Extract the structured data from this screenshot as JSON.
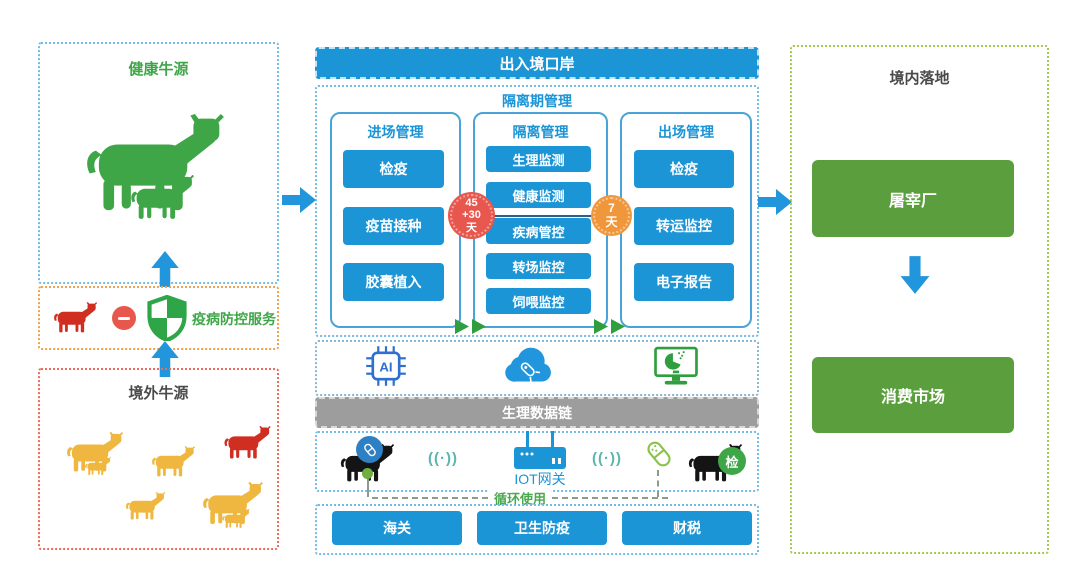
{
  "left": {
    "healthy_title": "健康牛源",
    "prevention_title": "疫病防控服务",
    "foreign_title": "境外牛源"
  },
  "center": {
    "port_title": "出入境口岸",
    "quarantine_title": "隔离期管理",
    "col1": {
      "title": "进场管理",
      "items": [
        "检疫",
        "疫苗接种",
        "胶囊植入"
      ]
    },
    "col2": {
      "title": "隔离管理",
      "items": [
        "生理监测",
        "健康监测",
        "疾病管控",
        "转场监控",
        "饲喂监控"
      ]
    },
    "col3": {
      "title": "出场管理",
      "items": [
        "检疫",
        "转运监控",
        "电子报告"
      ]
    },
    "badge_45": {
      "line1": "45",
      "line2": "+30",
      "line3": "天"
    },
    "badge_7": {
      "line1": "7",
      "line2": "天"
    },
    "ai_label": "AI",
    "data_chain_title": "生理数据链",
    "iot_gateway_label": "IOT网关",
    "wifi_glyph": "((·))",
    "recycle_label": "循环使用",
    "inspect_badge": "检",
    "agencies": [
      "海关",
      "卫生防疫",
      "财税"
    ]
  },
  "right": {
    "title": "境内落地",
    "slaughterhouse": "屠宰厂",
    "consumer_market": "消费市场"
  },
  "colors": {
    "blue": "#1c95d6",
    "green": "#3fa648",
    "node_green": "#5b9e3d",
    "cow_yellow": "#efb73f",
    "cow_red": "#cf2e21",
    "badge_red": "#e8574d",
    "badge_orange": "#f0973c",
    "gray_bar": "#9d9d9d"
  }
}
